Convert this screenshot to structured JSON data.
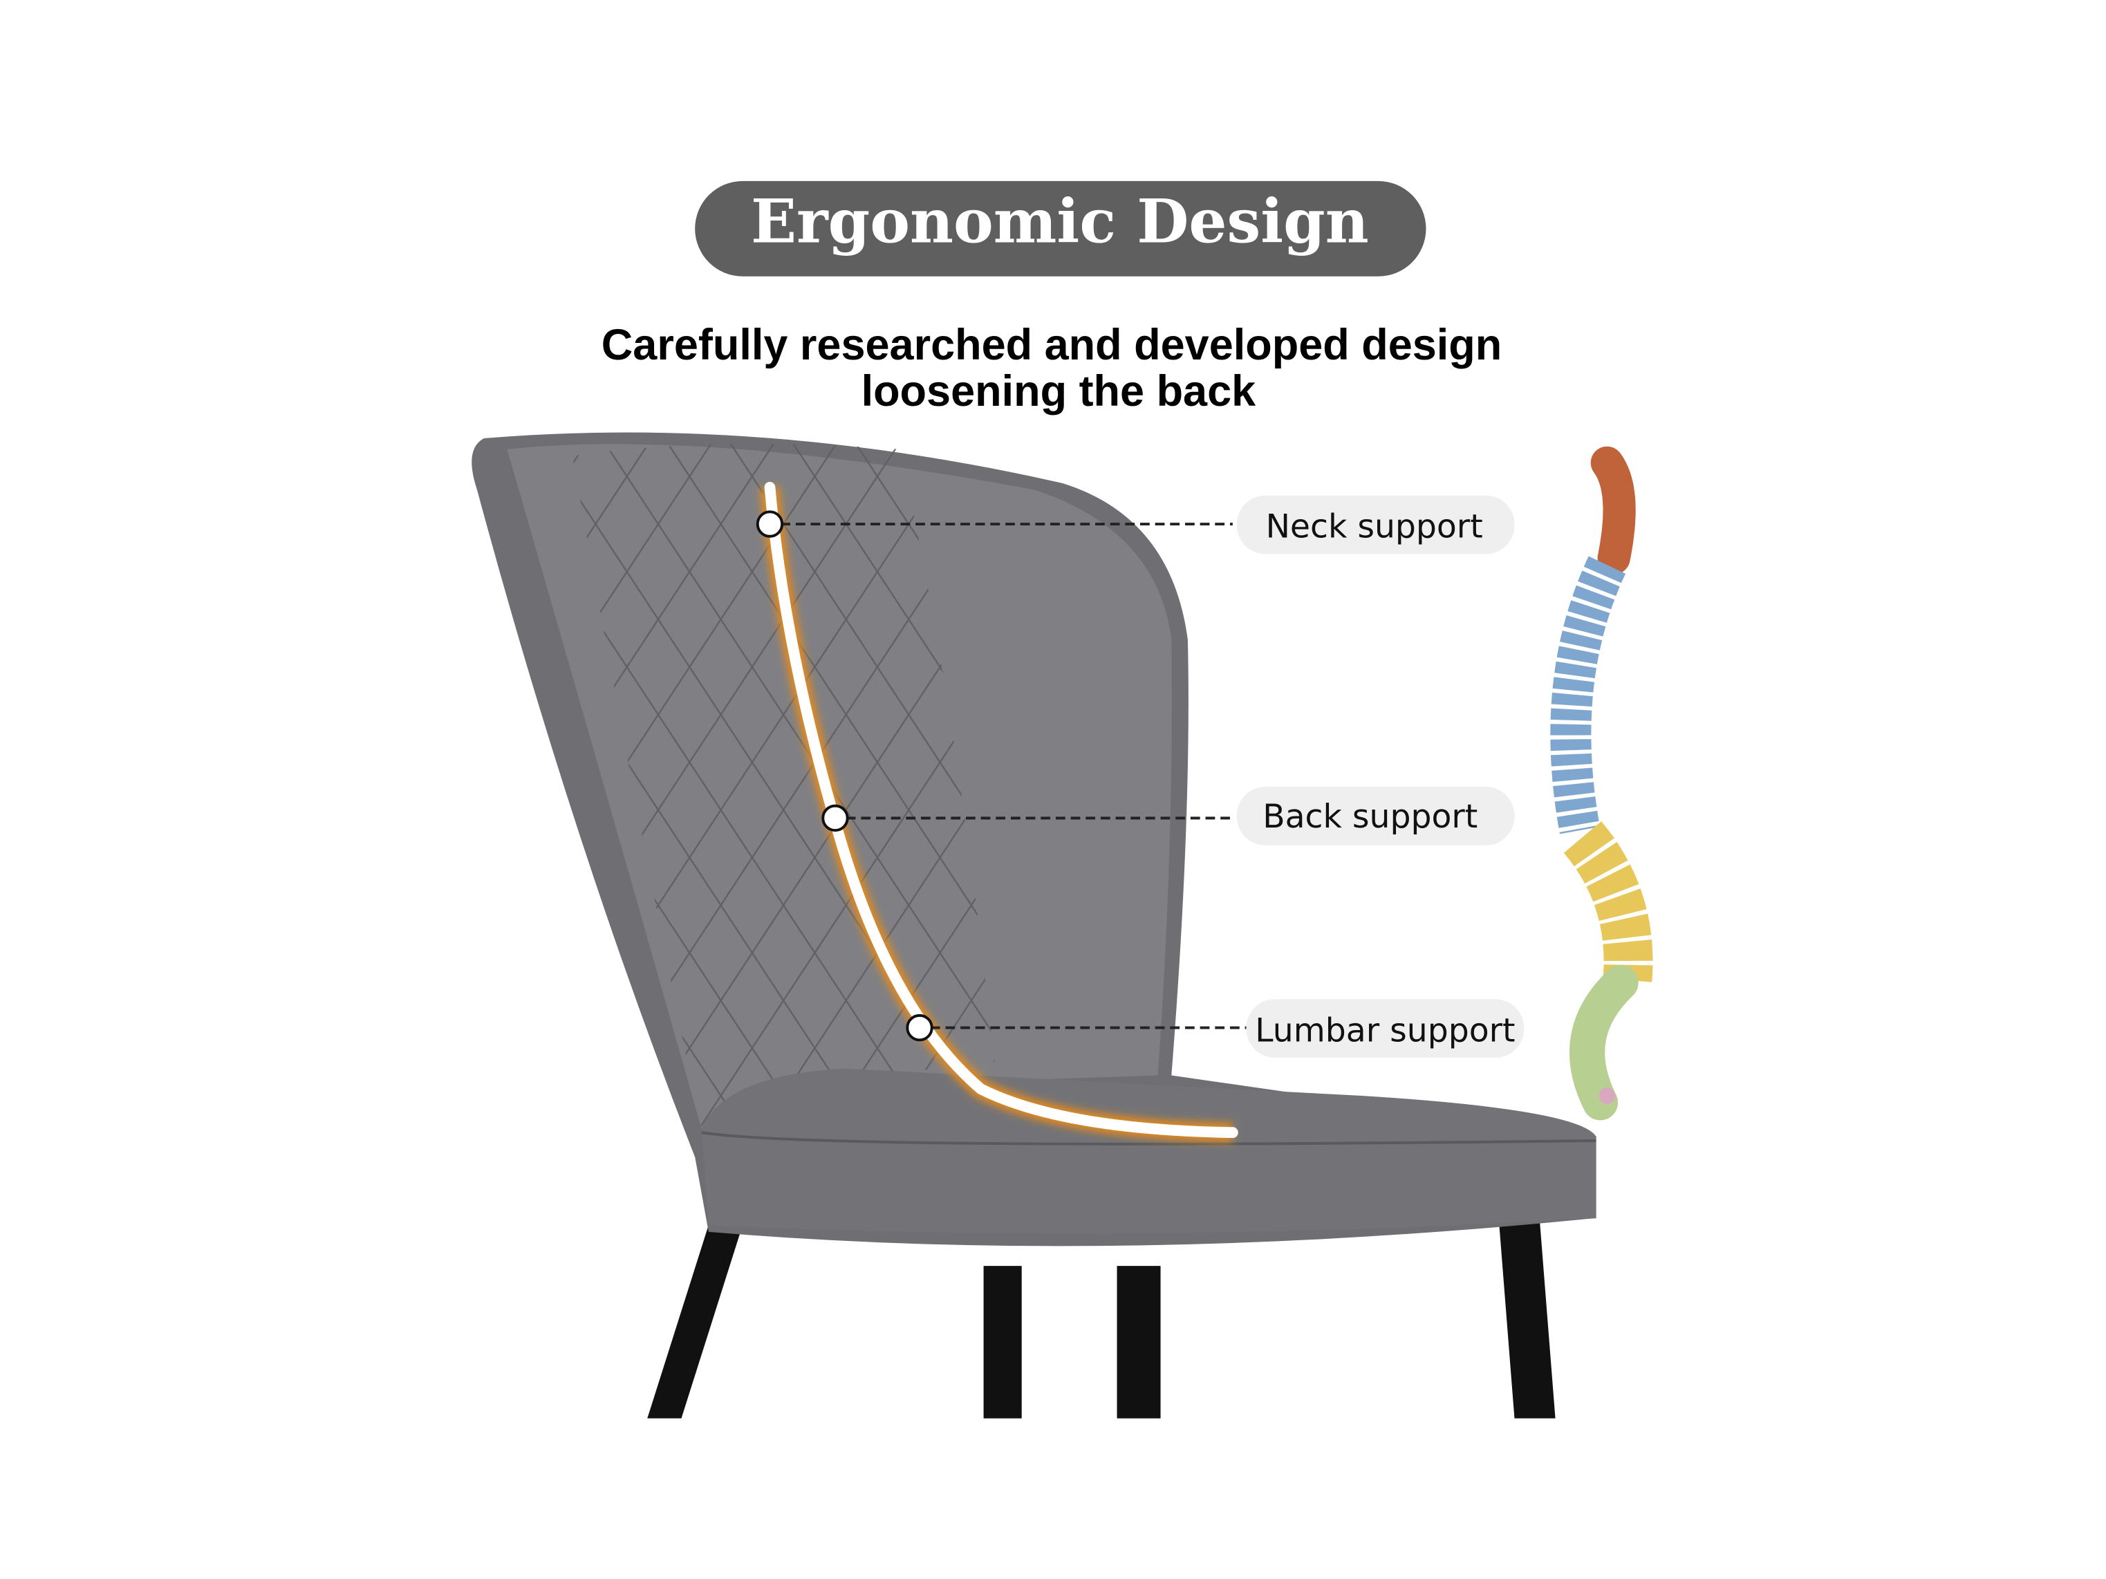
{
  "header": {
    "title": "Ergonomic Design",
    "subtitle_line1": "Carefully researched and developed design",
    "subtitle_line2": "loosening the back"
  },
  "callouts": [
    {
      "label": "Neck support"
    },
    {
      "label": "Back support"
    },
    {
      "label": "Lumbar support"
    }
  ],
  "colors": {
    "title_pill": "#5f5f5f",
    "chair_fabric": "#7a7a7e",
    "spine_curve_glow": "#e58a1a",
    "label_pill": "#efefef",
    "spine_cervical": "#c0623a",
    "spine_thoracic": "#7fa6cf",
    "spine_lumbar": "#e7c65a",
    "spine_sacrum": "#b8cf92"
  }
}
